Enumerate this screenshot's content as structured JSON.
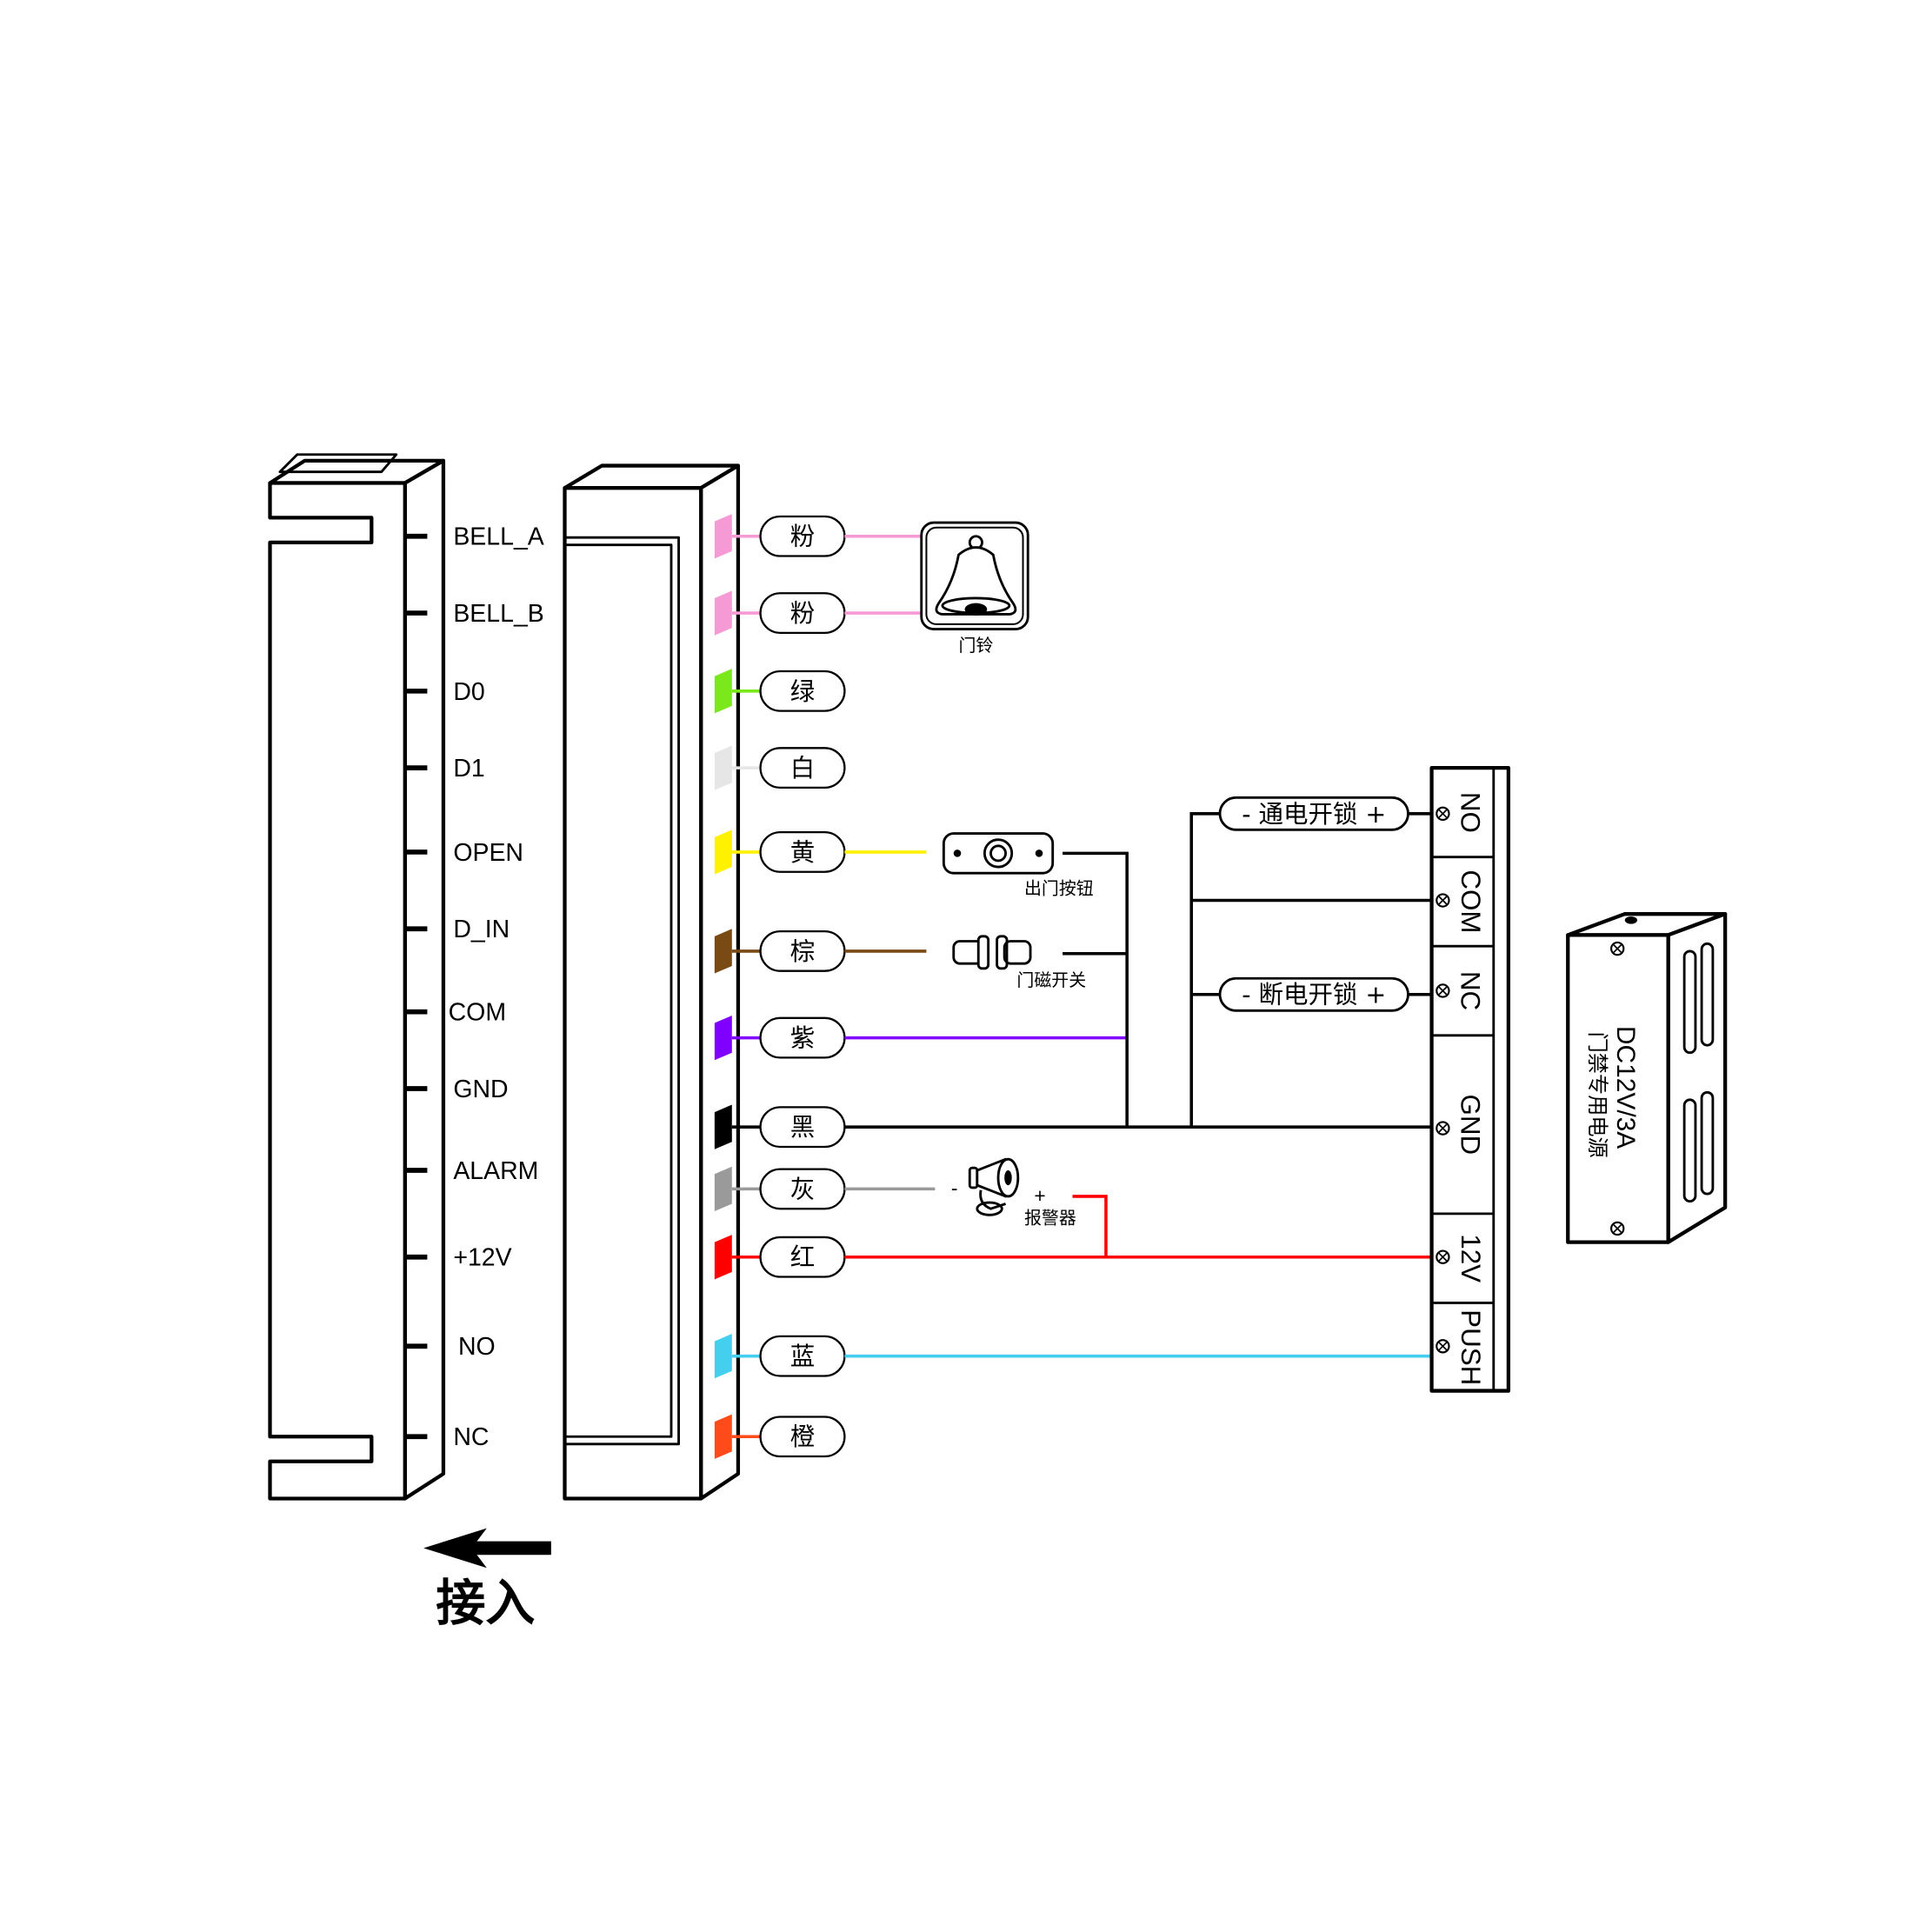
{
  "left_connector": {
    "pins": [
      "BELL_A",
      "BELL_B",
      "D0",
      "D1",
      "OPEN",
      "D_IN",
      "COM",
      "GND",
      "ALARM",
      "+12V",
      "NO",
      "NC"
    ]
  },
  "wires": [
    {
      "label": "粉",
      "color": "#f59ad4"
    },
    {
      "label": "粉",
      "color": "#f59ad4"
    },
    {
      "label": "绿",
      "color": "#7be81b"
    },
    {
      "label": "白",
      "color": "#e6e6e6"
    },
    {
      "label": "黄",
      "color": "#fff200"
    },
    {
      "label": "棕",
      "color": "#7a4a14"
    },
    {
      "label": "紫",
      "color": "#7f00ff"
    },
    {
      "label": "黑",
      "color": "#000000"
    },
    {
      "label": "灰",
      "color": "#9a9a9a"
    },
    {
      "label": "红",
      "color": "#ff0000"
    },
    {
      "label": "蓝",
      "color": "#44cfee"
    },
    {
      "label": "橙",
      "color": "#ff4a1a"
    }
  ],
  "devices": {
    "bell": "门铃",
    "exit_button": "出门按钮",
    "door_sensor": "门磁开关",
    "alarm": "报警器",
    "alarm_minus": "-",
    "alarm_plus": "+"
  },
  "lock_modes": {
    "power_on_unlock": "- 通电开锁 +",
    "power_off_unlock": "- 断电开锁 +"
  },
  "terminal_block": {
    "terminals": [
      "NO",
      "COM",
      "NC",
      "GND",
      "12V",
      "PUSH"
    ]
  },
  "power_supply": {
    "rating": "DC12V/3A",
    "name": "门禁专用电源"
  },
  "arrow_label": "接入"
}
